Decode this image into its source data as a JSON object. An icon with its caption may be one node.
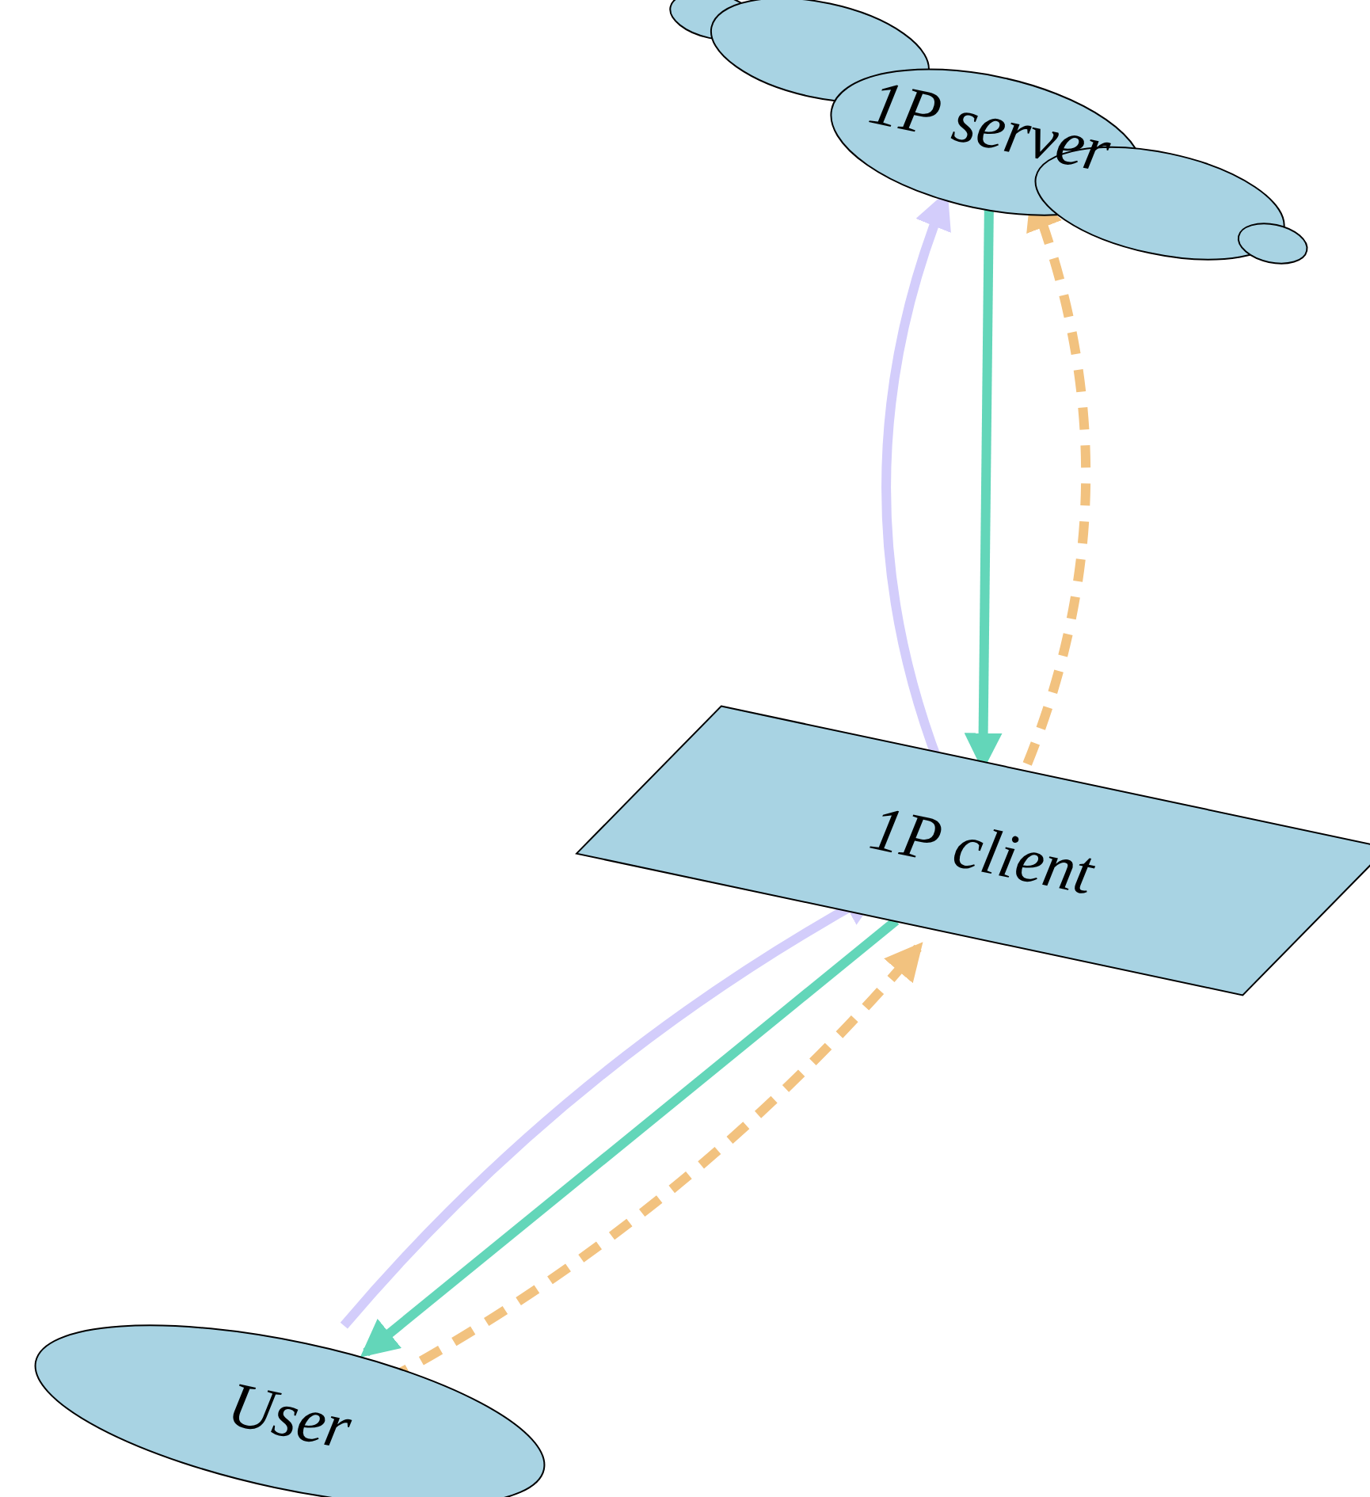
{
  "diagram": {
    "nodes": [
      {
        "text": [
          "1P server"
        ]
      },
      {
        "text": [
          "1P client"
        ]
      },
      {
        "text": [
          "User"
        ]
      }
    ],
    "edges": [
      {
        "from": 1,
        "to": 0,
        "arrow": "to",
        "color": "#d3cdfb"
      },
      {
        "from": 0,
        "to": 1,
        "arrow": "to",
        "color": "#63d6b9"
      },
      {
        "from": 1,
        "to": 0,
        "arrow": "to",
        "style": "dashed",
        "color": "#f2c27f"
      },
      {
        "from": 2,
        "to": 1,
        "arrow": "to",
        "color": "#d3cdfb"
      },
      {
        "from": 1,
        "to": 2,
        "arrow": "to",
        "color": "#63d6b9"
      },
      {
        "from": 2,
        "to": 1,
        "arrow": "to",
        "style": "dashed",
        "color": "#f2c27f"
      }
    ]
  }
}
